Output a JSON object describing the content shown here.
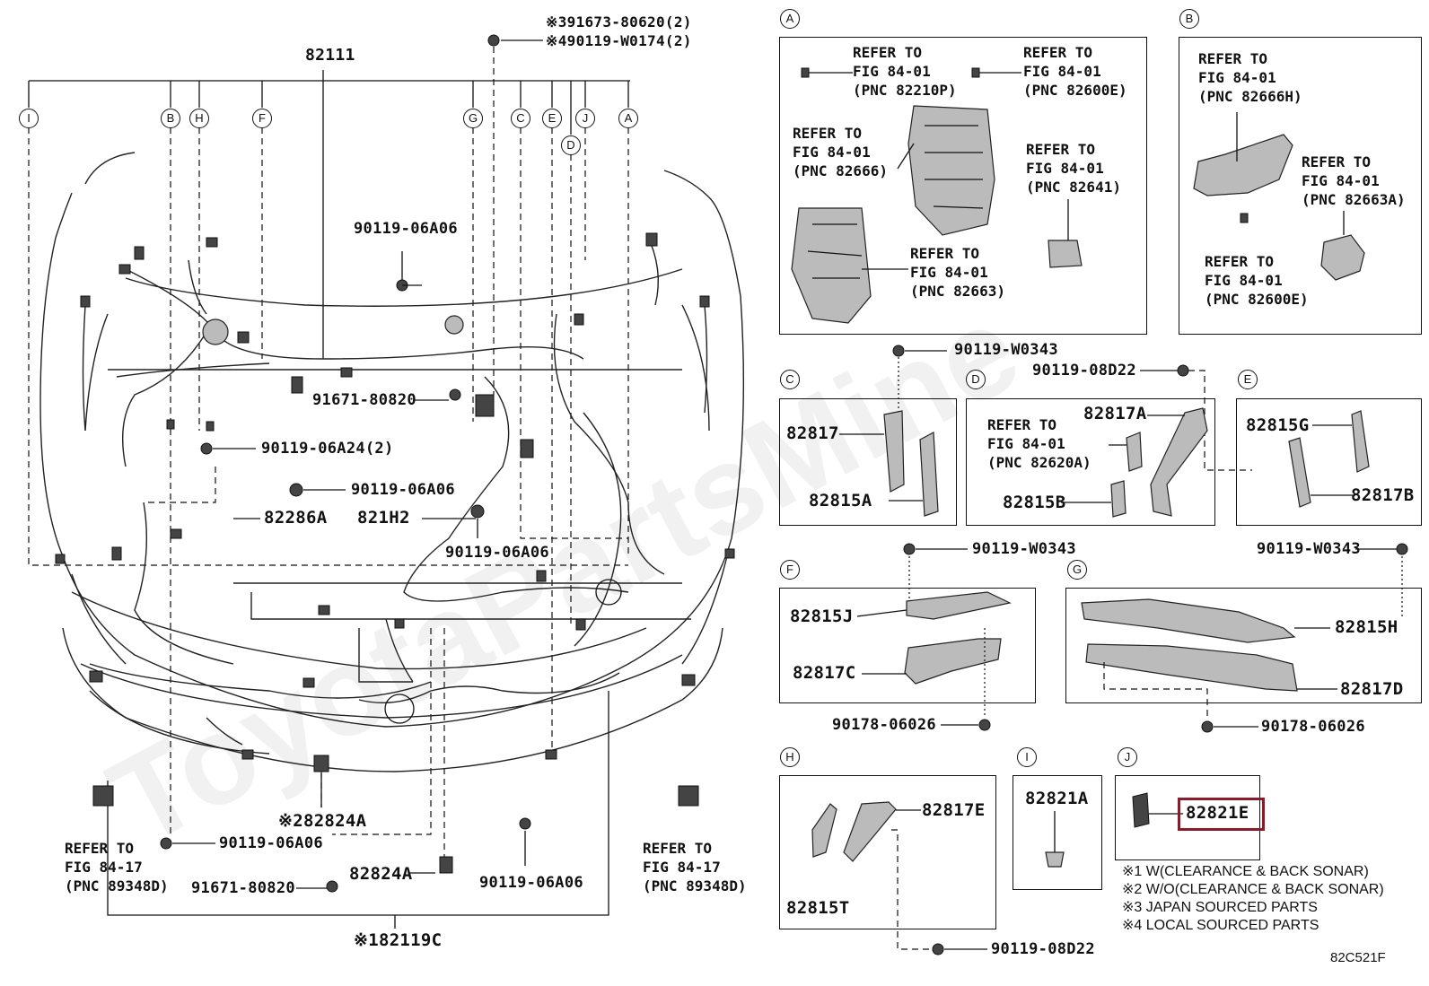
{
  "watermark": "ToyotaPartsMine",
  "main": {
    "harness_label": "82111",
    "callouts": [
      "I",
      "B",
      "H",
      "F",
      "G",
      "C",
      "E",
      "J",
      "A",
      "D"
    ],
    "labels": {
      "bolt_top_1": "※391673-80620(2)",
      "bolt_top_2": "※490119-W0174(2)",
      "p90119_06A06_a": "90119-06A06",
      "p91671_80820_a": "91671-80820",
      "p90119_06A24": "90119-06A24(2)",
      "p90119_06A06_b": "90119-06A06",
      "p82286A": "82286A",
      "p821H2": "821H2",
      "p90119_06A06_c": "90119-06A06",
      "p82824A_1": "※282824A",
      "p90119_06A06_d": "90119-06A06",
      "p82824A_2": "82824A",
      "p91671_80820_b": "91671-80820",
      "p90119_06A06_e": "90119-06A06",
      "p82119C": "※182119C"
    },
    "refer_left": "REFER TO\nFIG 84-17\n(PNC 89348D)",
    "refer_right": "REFER TO\nFIG 84-17\n(PNC 89348D)"
  },
  "panels": {
    "A": {
      "circle": "A",
      "ref1": "REFER TO\nFIG 84-01\n(PNC 82210P)",
      "ref2": "REFER TO\nFIG 84-01\n(PNC 82600E)",
      "ref3": "REFER TO\nFIG 84-01\n(PNC 82666)",
      "ref4": "REFER TO\nFIG 84-01\n(PNC 82641)",
      "ref5": "REFER TO\nFIG 84-01\n(PNC 82663)"
    },
    "B": {
      "circle": "B",
      "ref1": "REFER TO\nFIG 84-01\n(PNC 82666H)",
      "ref2": "REFER TO\nFIG 84-01\n(PNC 82663A)",
      "ref3": "REFER TO\nFIG 84-01\n(PNC 82600E)"
    },
    "C": {
      "circle": "C",
      "bolt": "90119-W0343",
      "p1": "82817",
      "p2": "82815A"
    },
    "D": {
      "circle": "D",
      "bolt": "90119-08D22",
      "p1": "82817A",
      "ref": "REFER TO\nFIG 84-01\n(PNC 82620A)",
      "p2": "82815B"
    },
    "E": {
      "circle": "E",
      "p1": "82815G",
      "p2": "82817B"
    },
    "F": {
      "circle": "F",
      "bolt": "90119-W0343",
      "p1": "82815J",
      "p2": "82817C",
      "clip": "90178-06026"
    },
    "G": {
      "circle": "G",
      "bolt": "90119-W0343",
      "p1": "82815H",
      "p2": "82817D",
      "clip": "90178-06026"
    },
    "H": {
      "circle": "H",
      "p1": "82817E",
      "p2": "82815T",
      "bolt": "90119-08D22"
    },
    "I": {
      "circle": "I",
      "p1": "82821A"
    },
    "J": {
      "circle": "J",
      "p1": "82821E"
    }
  },
  "notes": [
    "※1 W(CLEARANCE & BACK SONAR)",
    "※2 W/O(CLEARANCE & BACK SONAR)",
    "※3 JAPAN SOURCED PARTS",
    "※4 LOCAL SOURCED PARTS"
  ],
  "figure_code": "82C521F",
  "highlight_color": "#8b1a2b"
}
